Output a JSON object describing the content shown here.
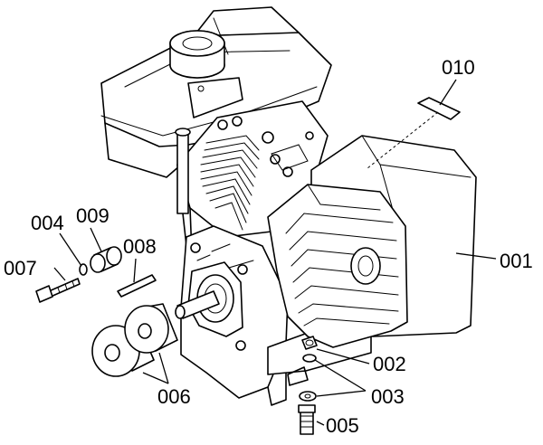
{
  "callouts": {
    "c001": "001",
    "c002": "002",
    "c003": "003",
    "c004": "004",
    "c005": "005",
    "c006": "006",
    "c007": "007",
    "c008": "008",
    "c009": "009",
    "c010": "010"
  },
  "colors": {
    "line": "#000000",
    "background": "#ffffff"
  }
}
